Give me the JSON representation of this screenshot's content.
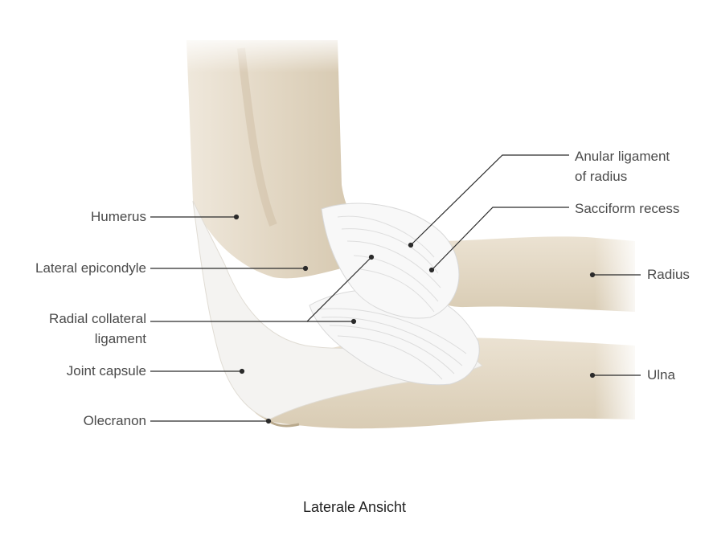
{
  "caption": "Laterale Ansicht",
  "labels": {
    "humerus": "Humerus",
    "lateral_epicondyle": "Lateral epicondyle",
    "radial_collateral_1": "Radial collateral",
    "radial_collateral_2": "ligament",
    "joint_capsule": "Joint capsule",
    "olecranon": "Olecranon",
    "anular_1": "Anular ligament",
    "anular_2": "of radius",
    "sacciform": "Sacciform recess",
    "radius": "Radius",
    "ulna": "Ulna"
  },
  "colors": {
    "bone": "#e6dccb",
    "bone_shadow": "#cdbfa6",
    "ligament": "#f6f6f6",
    "ligament_line": "#d7d7d7",
    "leader": "#2b2b2b"
  }
}
